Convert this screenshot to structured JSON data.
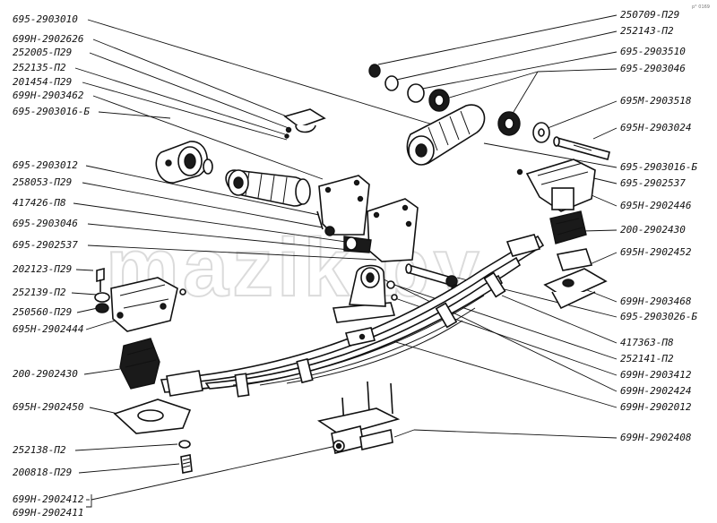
{
  "watermark": "mazik.by",
  "corner_mark": "p° 0169",
  "left_labels": [
    "695-2903010",
    "699Н-2902626",
    "252005-П29",
    "252135-П2",
    "201454-П29",
    "699Н-2903462",
    "695-2903016-Б",
    "695-2903012",
    "258053-П29",
    "417426-П8",
    "695-2903046",
    "695-2902537",
    "202123-П29",
    "252139-П2",
    "250560-П29",
    "695Н-2902444",
    "200-2902430",
    "695Н-2902450",
    "252138-П2",
    "200818-П29",
    "699Н-2902412",
    "699Н-2902411"
  ],
  "right_labels": [
    "250709-П29",
    "252143-П2",
    "695-2903510",
    "695-2903046",
    "695М-2903518",
    "695Н-2903024",
    "695-2903016-Б",
    "695-2902537",
    "695Н-2902446",
    "200-2902430",
    "695Н-2902452",
    "699Н-2903468",
    "695-2903026-Б",
    "417363-П8",
    "252141-П2",
    "699Н-2903412",
    "699Н-2902424",
    "699Н-2902012",
    "699Н-2902408"
  ]
}
